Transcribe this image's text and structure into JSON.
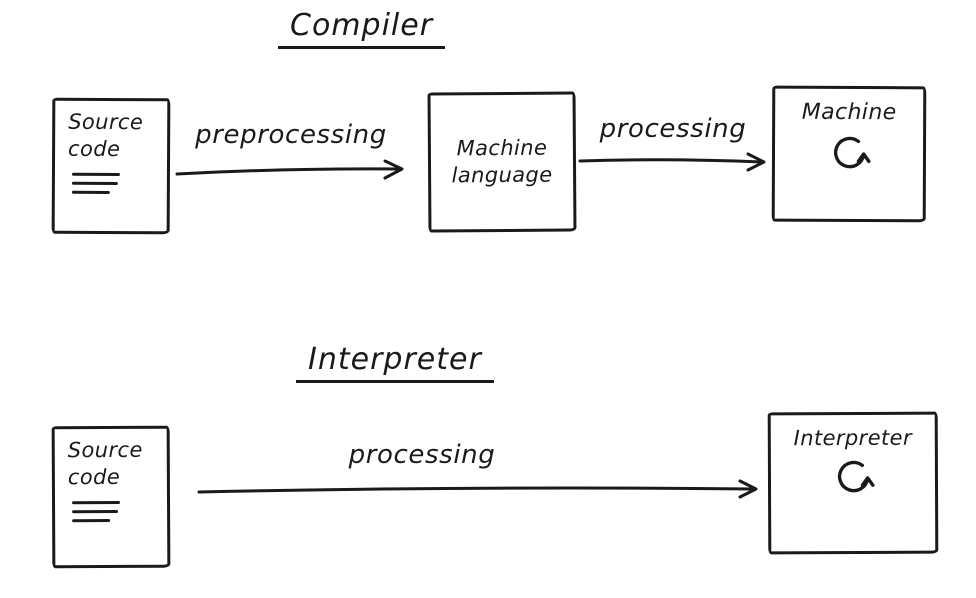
{
  "colors": {
    "ink": "#1a1a1a",
    "background": "#ffffff"
  },
  "compiler": {
    "title": "Compiler",
    "source_box": {
      "line1": "Source",
      "line2": "code"
    },
    "preprocessing_label": "preprocessing",
    "machine_language_box": {
      "line1": "Machine",
      "line2": "language"
    },
    "processing_label": "processing",
    "machine_box": {
      "label": "Machine"
    }
  },
  "interpreter": {
    "title": "Interpreter",
    "source_box": {
      "line1": "Source",
      "line2": "code"
    },
    "processing_label": "processing",
    "interpreter_box": {
      "label": "Interpreter"
    }
  },
  "icons": {
    "loop": "loop-arrow-icon",
    "text_lines": "text-lines-icon"
  }
}
